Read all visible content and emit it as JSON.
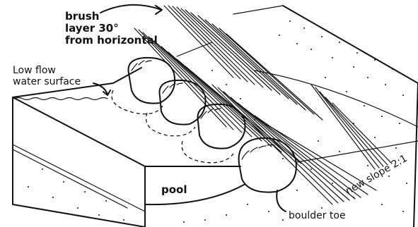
{
  "labels": {
    "brush_line1": "brush",
    "brush_line2": "layer 30°",
    "brush_line3": "from horizontal",
    "water_line1": "Low flow",
    "water_line2": "water surface",
    "pool": "pool",
    "slope": "new slope 2:1",
    "boulder": "boulder toe"
  }
}
